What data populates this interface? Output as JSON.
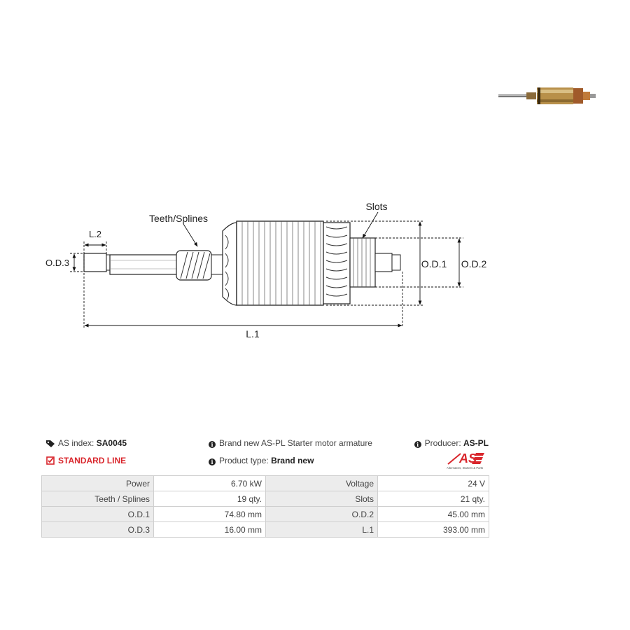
{
  "drawing": {
    "labels": {
      "teeth_splines": "Teeth/Splines",
      "slots": "Slots",
      "l2": "L.2",
      "od3": "O.D.3",
      "od1": "O.D.1",
      "od2": "O.D.2",
      "l1": "L.1"
    }
  },
  "header": {
    "as_index_label": "AS index:",
    "as_index_value": "SA0045",
    "standard_line": "STANDARD LINE",
    "description": "Brand new AS-PL Starter motor armature",
    "product_type_label": "Product type:",
    "product_type_value": "Brand new",
    "producer_label": "Producer:",
    "producer_value": "AS-PL",
    "logo_text": "AS",
    "logo_tagline": "Alternators, Starters & Parts"
  },
  "colors": {
    "accent_red": "#d9262c",
    "table_key_bg": "#ececec",
    "table_border": "#cfcfcf"
  },
  "specs": [
    {
      "k1": "Power",
      "v1": "6.70 kW",
      "k2": "Voltage",
      "v2": "24 V"
    },
    {
      "k1": "Teeth / Splines",
      "v1": "19 qty.",
      "k2": "Slots",
      "v2": "21 qty."
    },
    {
      "k1": "O.D.1",
      "v1": "74.80 mm",
      "k2": "O.D.2",
      "v2": "45.00 mm"
    },
    {
      "k1": "O.D.3",
      "v1": "16.00 mm",
      "k2": "L.1",
      "v2": "393.00 mm"
    }
  ]
}
